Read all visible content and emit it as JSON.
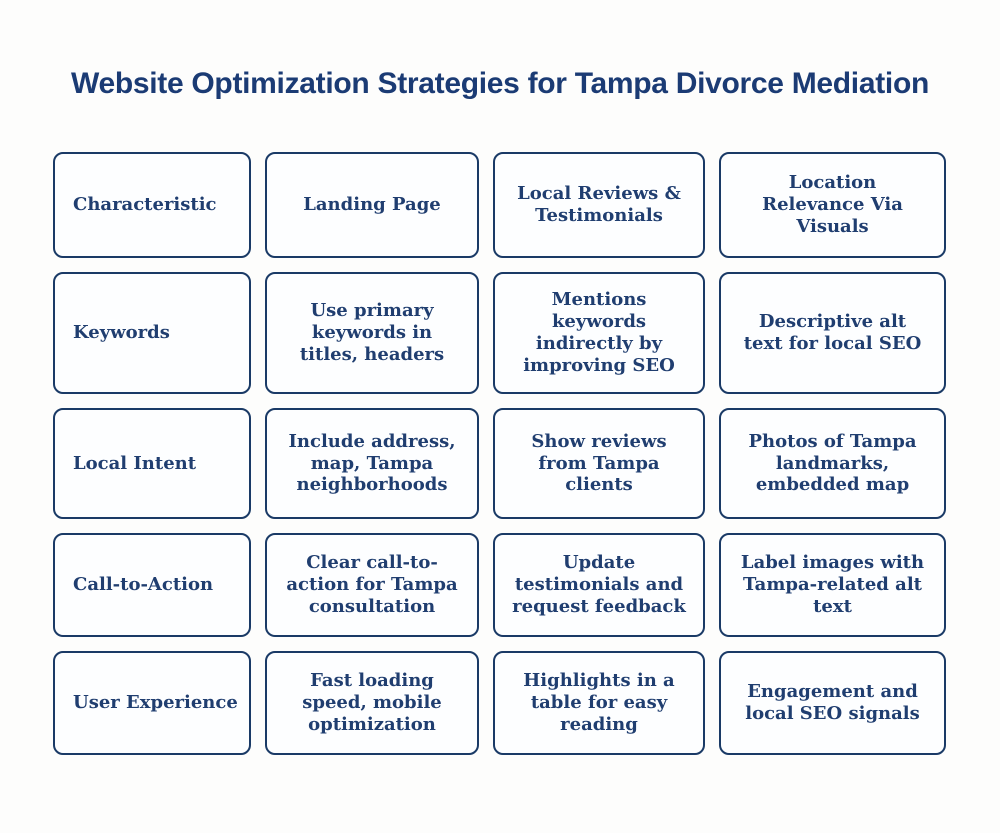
{
  "title": "Website Optimization Strategies for Tampa Divorce Mediation",
  "colors": {
    "title_text": "#1b3b74",
    "cell_text": "#203e70",
    "cell_border": "#1a3a66",
    "cell_fill": "#fdfeff",
    "page_background": "#fdfdfc"
  },
  "grid": {
    "headers": [
      "Characteristic",
      "Landing Page",
      "Local Reviews & Testimonials",
      "Location Relevance Via Visuals"
    ],
    "rows": [
      {
        "label": "Keywords",
        "cells": [
          "Use primary keywords in titles, headers",
          "Mentions keywords indirectly by improving SEO",
          "Descriptive alt text for local SEO"
        ]
      },
      {
        "label": "Local Intent",
        "cells": [
          "Include address, map, Tampa neighborhoods",
          "Show reviews from Tampa clients",
          "Photos of Tampa landmarks, embedded map"
        ]
      },
      {
        "label": "Call-to-Action",
        "cells": [
          "Clear call-to-action for Tampa consultation",
          "Update testimonials and request feedback",
          "Label images with Tampa-related alt text"
        ]
      },
      {
        "label": "User Experience",
        "cells": [
          "Fast loading speed, mobile optimization",
          "Highlights in a table for easy reading",
          "Engagement and local SEO signals"
        ]
      }
    ]
  }
}
